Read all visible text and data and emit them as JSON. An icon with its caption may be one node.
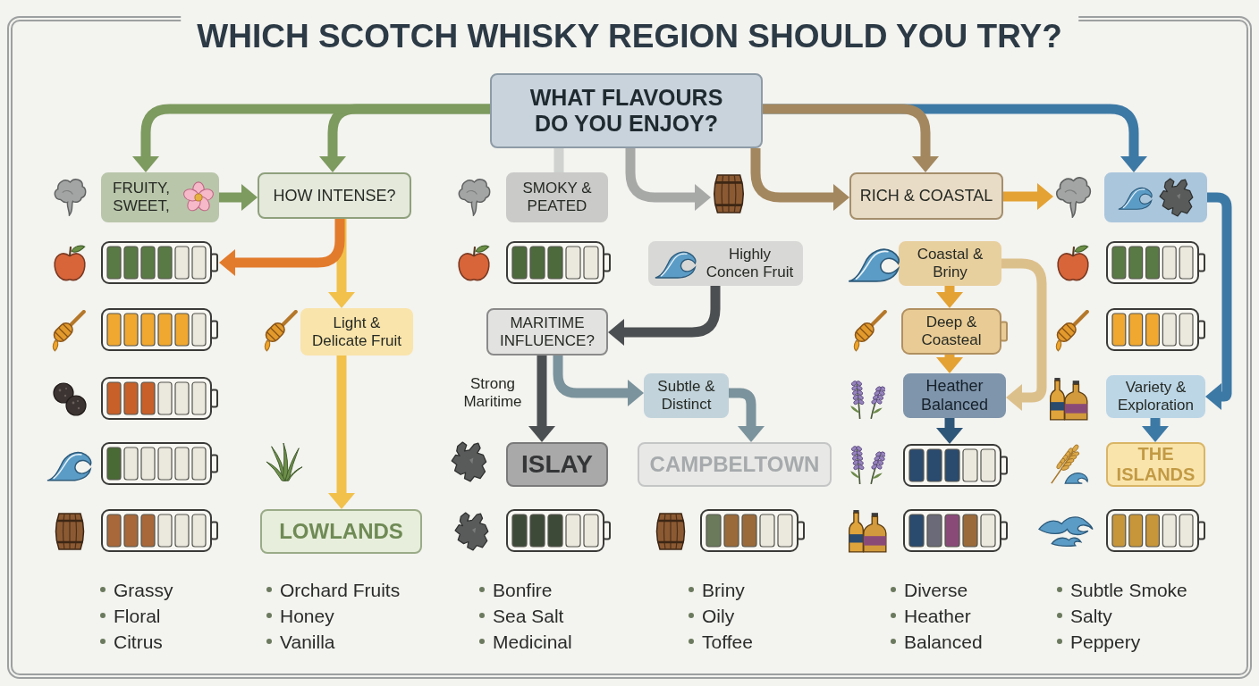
{
  "diagram": {
    "title": "WHICH SCOTCH WHISKY REGION SHOULD YOU TRY?",
    "nodes": [
      {
        "text": [
          "WHAT FLAVOURS DO YOU ENJOY?"
        ]
      },
      {
        "text": [
          "FRUITY, SWEET,"
        ]
      },
      {
        "text": [
          "HOW INTENSE?"
        ]
      },
      {
        "text": [
          "SMOKY & PEATED"
        ]
      },
      {
        "text": [],
        "shape": "picture"
      },
      {
        "text": [
          "RICH & COASTAL"
        ]
      },
      {
        "text": [],
        "shape": "picture"
      },
      {
        "text": [],
        "shape": "box"
      },
      {
        "text": [],
        "shape": "bar"
      },
      {
        "text": [],
        "shape": "bar"
      },
      {
        "text": [
          "Highly Concen Fruit"
        ]
      },
      {
        "text": [
          "Coastal & Briny"
        ]
      },
      {
        "text": [],
        "shape": "bar"
      },
      {
        "text": [],
        "shape": "bar"
      },
      {
        "text": [
          "Light & Delicate Fruit"
        ]
      },
      {
        "text": [
          "MARITIME INFLUENCE?"
        ]
      },
      {
        "text": [
          "Deep & Coasteal"
        ]
      },
      {
        "text": [],
        "shape": "bar"
      },
      {
        "text": [],
        "shape": "bar"
      },
      {
        "text": [
          "Subtle & Distinct"
        ]
      },
      {
        "text": [
          "Heather Balanced"
        ]
      },
      {
        "text": [
          "Variety & Exploration"
        ]
      },
      {
        "text": [],
        "shape": "bar"
      },
      {
        "text": [
          "ISLAY"
        ]
      },
      {
        "text": [
          "CAMPBELTOWN"
        ]
      },
      {
        "text": [],
        "shape": "bar"
      },
      {
        "text": [
          "THE ISLANDS"
        ]
      },
      {
        "text": [],
        "shape": "bar"
      },
      {
        "text": [
          "LOWLANDS"
        ]
      },
      {
        "text": [],
        "shape": "bar"
      },
      {
        "text": [],
        "shape": "bar"
      },
      {
        "text": [],
        "shape": "bar"
      },
      {
        "text": [],
        "shape": "bar"
      }
    ],
    "edges": [
      {
        "from": 0,
        "to": 1,
        "arrow": "to"
      },
      {
        "from": 0,
        "to": 2,
        "arrow": "to"
      },
      {
        "from": 1,
        "to": 2,
        "arrow": "to"
      },
      {
        "from": 0,
        "to": 3,
        "arrow": "none",
        "color": "#cfd2cf"
      },
      {
        "from": 0,
        "to": 4,
        "arrow": "to",
        "color": "#a7a9a7"
      },
      {
        "from": 0,
        "to": 5,
        "arrow": "to",
        "color": "#a3875e"
      },
      {
        "from": 0,
        "to": 5,
        "arrow": "to",
        "color": "#a3875e"
      },
      {
        "from": 0,
        "to": 7,
        "arrow": "to",
        "color": "#3d79a5"
      },
      {
        "from": 2,
        "to": 8,
        "arrow": "to",
        "color": "#e27b2c"
      },
      {
        "from": 2,
        "to": 14,
        "arrow": "to",
        "color": "#f1c14c"
      },
      {
        "from": 14,
        "to": 28,
        "arrow": "to",
        "color": "#f1c14c"
      },
      {
        "from": 5,
        "to": 6,
        "arrow": "to",
        "color": "#e3a233"
      },
      {
        "from": 7,
        "to": 21,
        "arrow": "to",
        "color": "#3d79a5"
      },
      {
        "from": 21,
        "to": 26,
        "arrow": "to",
        "color": "#3d79a5"
      },
      {
        "from": 10,
        "to": 15,
        "arrow": "to",
        "color": "#4b4f51"
      },
      {
        "from": 15,
        "to": 23,
        "arrow": "to",
        "label": "Strong Maritime",
        "color": "#4b4f51"
      },
      {
        "from": 15,
        "to": 19,
        "arrow": "to",
        "color": "#7b939c"
      },
      {
        "from": 19,
        "to": 24,
        "arrow": "to",
        "color": "#7b939c"
      },
      {
        "from": 11,
        "to": 16,
        "arrow": "to",
        "color": "#e3a233"
      },
      {
        "from": 16,
        "to": 20,
        "arrow": "to",
        "color": "#e3a233"
      },
      {
        "from": 11,
        "to": 20,
        "arrow": "to",
        "color": "#dcc08c"
      },
      {
        "from": 20,
        "to": 25,
        "arrow": "to",
        "color": "#2e5678"
      }
    ],
    "labels": [
      "Grassy",
      "Floral",
      "Citrus",
      "Orchard Fruits",
      "Honey",
      "Vanilla",
      "Bonfire",
      "Sea Salt",
      "Medicinal",
      "Briny",
      "Oily",
      "Toffee",
      "Diverse",
      "Heather",
      "Balanced",
      "Subtle Smoke",
      "Salty",
      "Peppery"
    ]
  }
}
